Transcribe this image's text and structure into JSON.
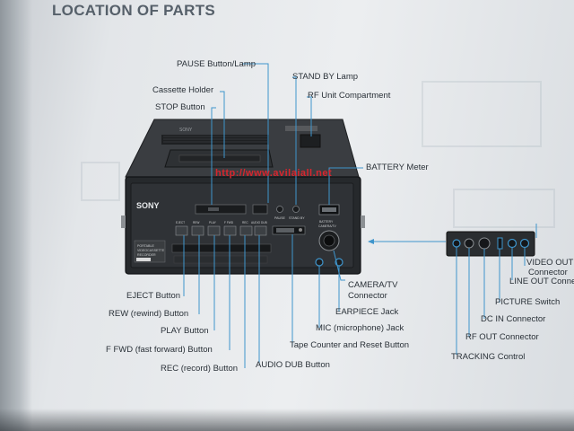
{
  "page": {
    "title": "LOCATION OF PARTS",
    "watermark": "http://www.avilaiall.net"
  },
  "device": {
    "brand": "SONY",
    "badge_lines": [
      "PORTABLE",
      "VIDEOCASSETTE",
      "RECORDER"
    ],
    "key_labels": [
      "EJECT",
      "REW",
      "PLAY",
      "F FWD",
      "REC",
      "AUDIO DUB"
    ],
    "small_labels": [
      "PAUSE",
      "STAND BY"
    ],
    "meter_labels": [
      "BATTERY",
      "CAMERA/TV"
    ]
  },
  "callouts": {
    "pause": "PAUSE Button/Lamp",
    "standby": "STAND BY Lamp",
    "cassette_holder": "Cassette Holder",
    "rf_unit": "RF Unit Compartment",
    "stop": "STOP Button",
    "battery_meter": "BATTERY Meter",
    "eject": "EJECT Button",
    "rew": "REW (rewind) Button",
    "play": "PLAY Button",
    "ffwd": "F FWD (fast forward) Button",
    "rec": "REC (record) Button",
    "audio_dub": "AUDIO DUB Button",
    "tape_counter": "Tape Counter and Reset Button",
    "mic": "MIC (microphone) Jack",
    "earpiece": "EARPIECE Jack",
    "camera_tv": "CAMERA/TV",
    "camera_tv_2": "Connector",
    "video_out": "VIDEO OUT",
    "video_out_2": "Connector",
    "line_out": "LINE OUT Connec",
    "picture": "PICTURE Switch",
    "dc_in": "DC IN Connector",
    "rf_out": "RF OUT Connector",
    "tracking": "TRACKING Control"
  },
  "colors": {
    "leader": "#3f95cc",
    "device_body": "#2b2e31",
    "page_bg": "#e6e9ec",
    "watermark": "#d7262e",
    "title": "#56606a"
  }
}
